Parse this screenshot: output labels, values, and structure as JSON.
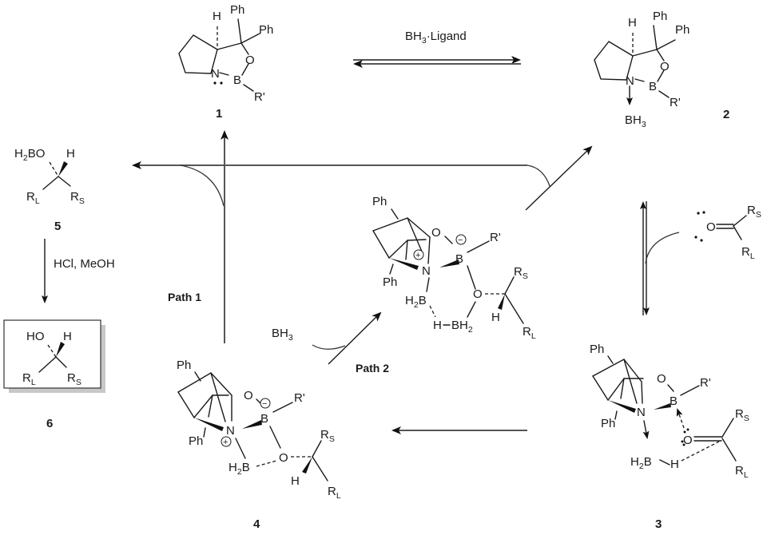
{
  "scheme": {
    "title": "CBS reduction catalytic cycle",
    "compounds": {
      "c1": {
        "number": "1",
        "atoms": {
          "H": "H",
          "Ph_a": "Ph",
          "Ph_b": "Ph",
          "O": "O",
          "N": "N",
          "B": "B",
          "R": "R'"
        }
      },
      "c2": {
        "number": "2",
        "atoms": {
          "H": "H",
          "Ph_a": "Ph",
          "Ph_b": "Ph",
          "O": "O",
          "N": "N",
          "B": "B",
          "R": "R'",
          "BH": "BH",
          "BH_sub": "3"
        }
      },
      "c3": {
        "number": "3",
        "atoms": {
          "Ph_a": "Ph",
          "Ph_b": "Ph",
          "O": "O",
          "N": "N",
          "B": "B",
          "R": "R'",
          "Oc": "O",
          "RS": "R",
          "RS_sub": "S",
          "RL": "R",
          "RL_sub": "L",
          "H2B": "H",
          "H2B_sub": "2",
          "H2B_b": "B",
          "H": "H"
        }
      },
      "c4": {
        "number": "4",
        "atoms": {
          "Ph_a": "Ph",
          "Ph_b": "Ph",
          "O": "O",
          "N": "N",
          "B": "B",
          "R": "R'",
          "O2": "O",
          "H2B": "H",
          "H2B_sub": "2",
          "H2B_b": "B",
          "RS": "R",
          "RS_sub": "S",
          "RL": "R",
          "RL_sub": "L",
          "H": "H",
          "plus": "+",
          "minus": "−"
        }
      },
      "c5": {
        "number": "5",
        "atoms": {
          "H2BO_a": "H",
          "H2BO_sub": "2",
          "H2BO_b": "BO",
          "H": "H",
          "RL": "R",
          "RL_sub": "L",
          "RS": "R",
          "RS_sub": "S"
        }
      },
      "c6": {
        "number": "6",
        "atoms": {
          "HO": "HO",
          "H": "H",
          "RL": "R",
          "RL_sub": "L",
          "RS": "R",
          "RS_sub": "S"
        }
      },
      "ts": {
        "atoms": {
          "Ph_a": "Ph",
          "Ph_b": "Ph",
          "O": "O",
          "N": "N",
          "B": "B",
          "R": "R'",
          "O2": "O",
          "H2B": "H",
          "H2B_sub": "2",
          "H2B_b": "B",
          "H": "H",
          "BH2": "BH",
          "BH2_sub": "2",
          "Hc": "H",
          "RS": "R",
          "RS_sub": "S",
          "RL": "R",
          "RL_sub": "L",
          "plus": "+",
          "minus": "−"
        }
      },
      "ketone": {
        "atoms": {
          "O": "O",
          "RS": "R",
          "RS_sub": "S",
          "RL": "R",
          "RL_sub": "L"
        }
      }
    },
    "reagents": {
      "bh3_ligand": {
        "a": "BH",
        "sub": "3",
        "b": "·Ligand"
      },
      "hcl_meoh": "HCl, MeOH",
      "bh3": {
        "a": "BH",
        "sub": "3"
      }
    },
    "paths": {
      "path1": "Path 1",
      "path2": "Path 2"
    }
  }
}
